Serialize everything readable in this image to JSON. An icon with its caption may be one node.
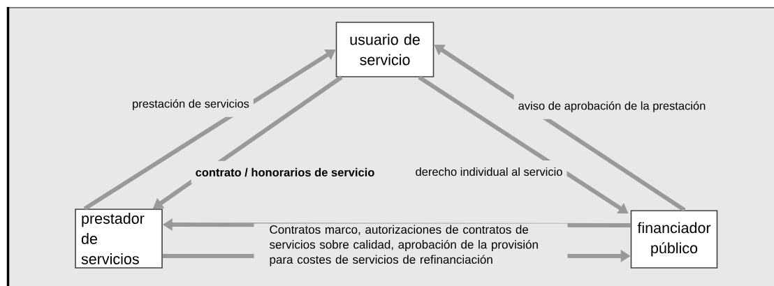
{
  "diagram": {
    "nodes": [
      {
        "text": [
          "usuario de servicio"
        ]
      },
      {
        "text": [
          "prestador de servicios"
        ]
      },
      {
        "text": [
          "financiador público"
        ]
      }
    ],
    "edges": [
      {
        "from": 1,
        "to": 0,
        "arrow": "to",
        "label": "prestación de servicios"
      },
      {
        "from": 0,
        "to": 1,
        "arrow": "to",
        "label": "contrato / honorarios de servicio"
      },
      {
        "from": 0,
        "to": 2,
        "arrow": "to",
        "label": "derecho individual al servicio"
      },
      {
        "from": 2,
        "to": 0,
        "arrow": "to",
        "label": "aviso de aprobación de la prestación"
      },
      {
        "from": 2,
        "to": 1,
        "arrow": "to"
      },
      {
        "from": 1,
        "to": 2,
        "arrow": "to"
      }
    ],
    "labels": [
      "Contratos marco, autorizaciones de contratos de servicios sobre calidad, aprobación de la provisión para costes de servicios de refinanciación"
    ]
  }
}
